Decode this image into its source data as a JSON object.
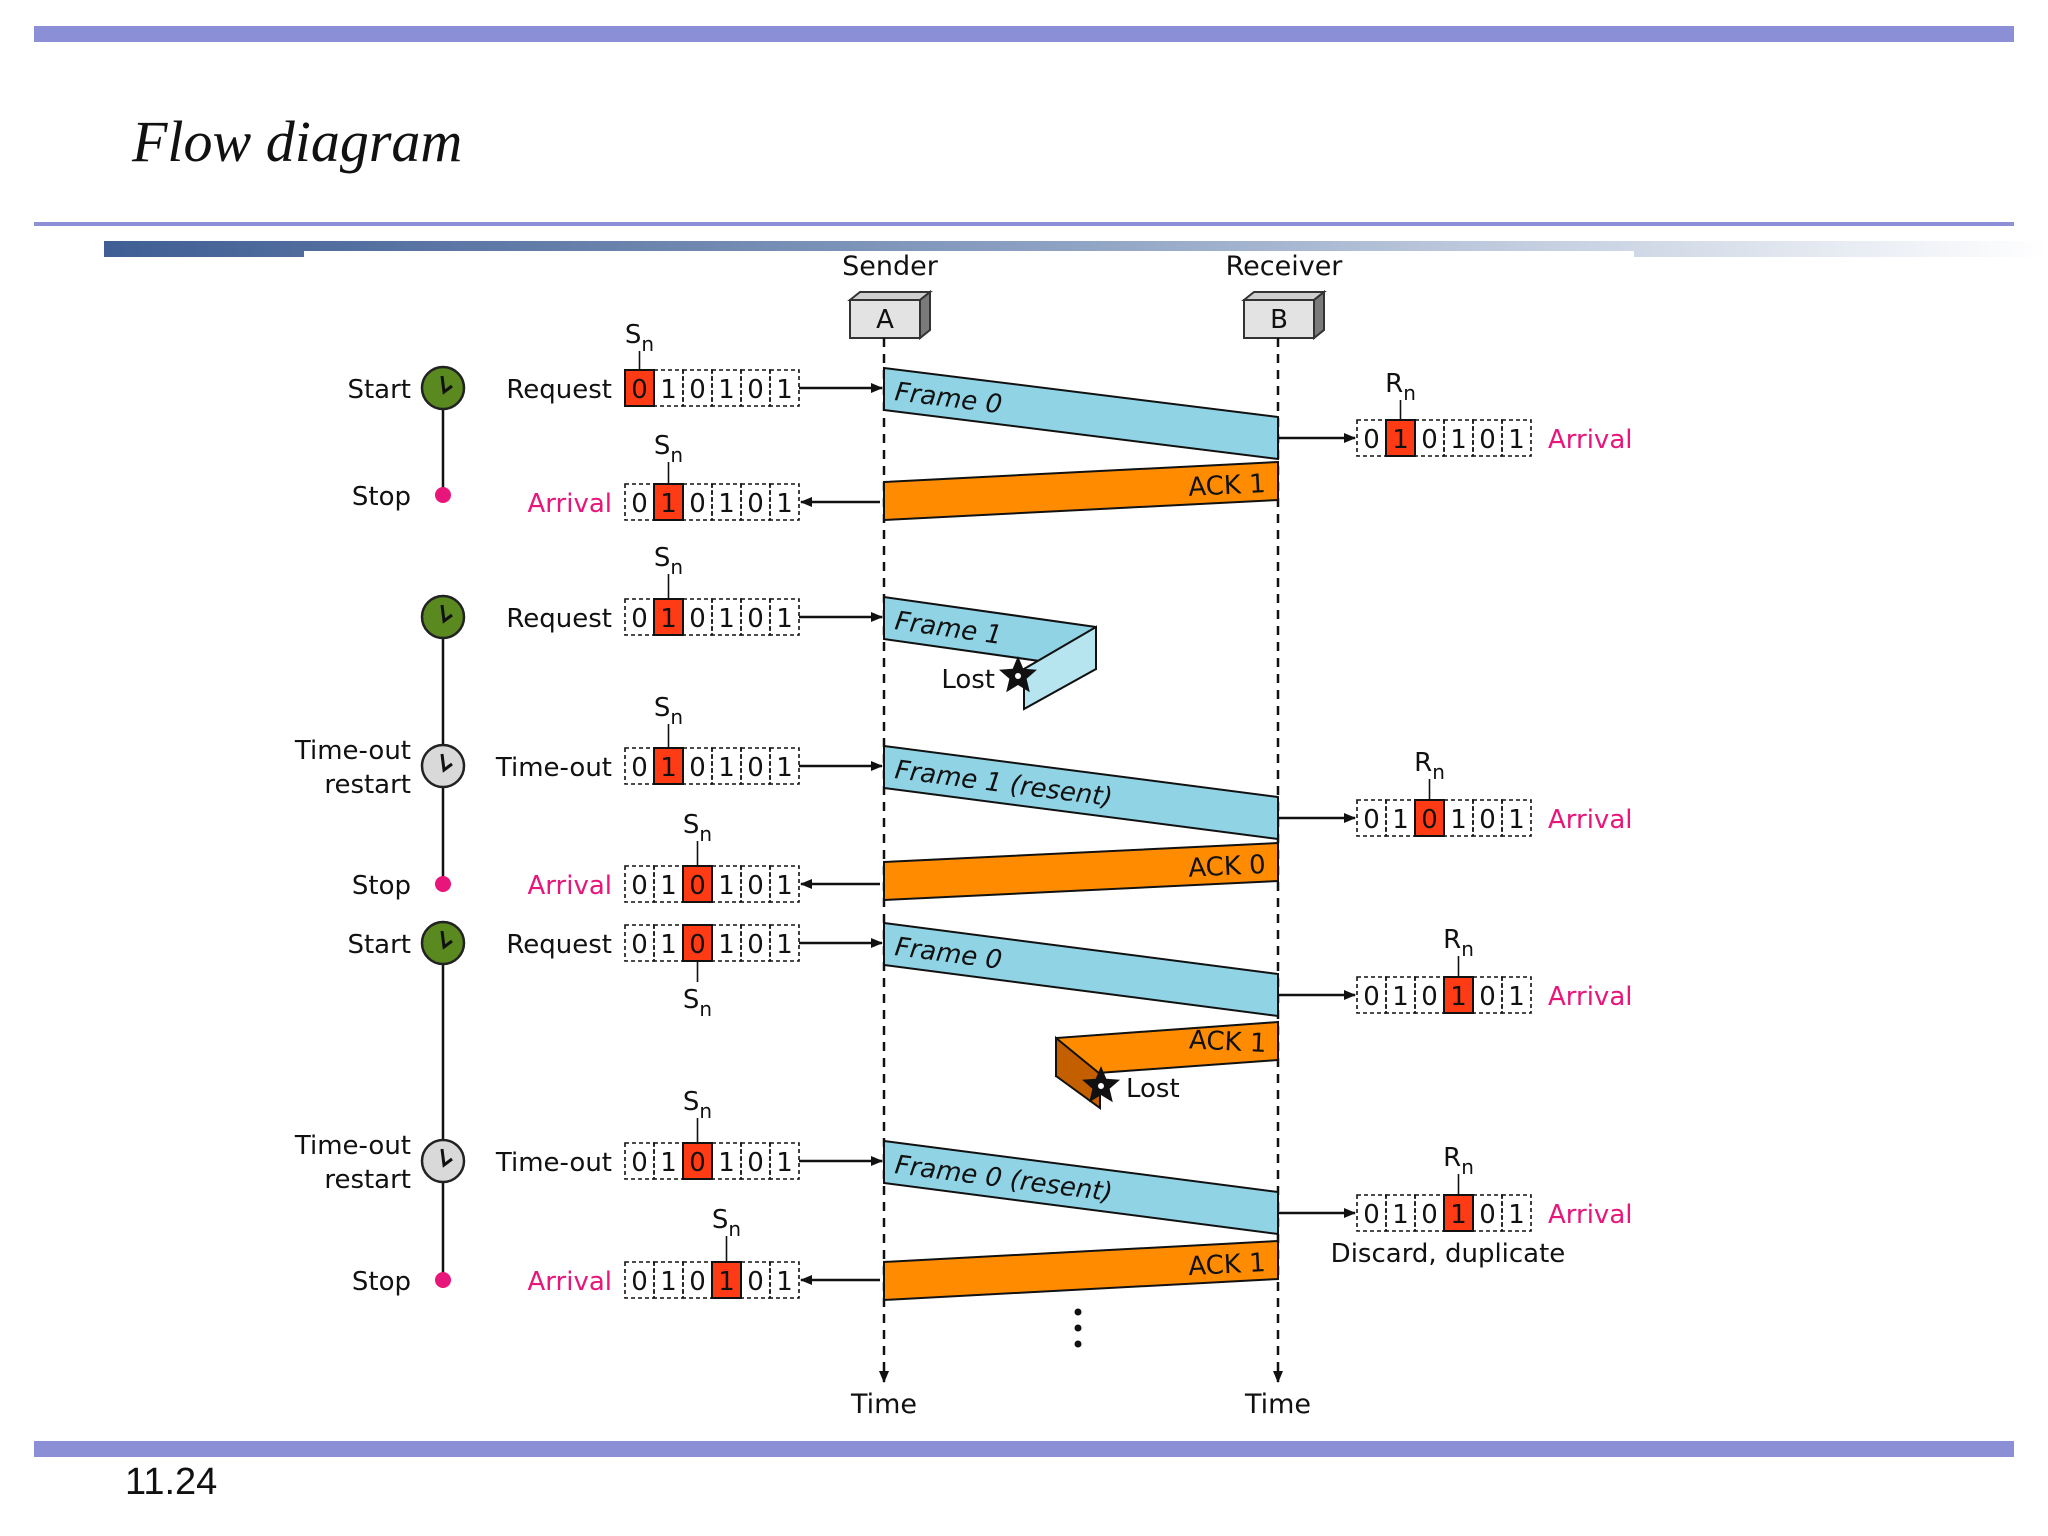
{
  "title": "Flow diagram",
  "slide_number": "11.24",
  "colors": {
    "bar": "#8b8fd6",
    "frame": "#8fd3e4",
    "ack": "#ff8c00",
    "highlight": "#ff3b16",
    "arrival": "#e8157a",
    "start_clock": "#5a8a1f",
    "timeout_clock": "#d9d9d9",
    "stop_dot": "#e8157a"
  },
  "stations": {
    "sender_label": "Sender",
    "sender_box": "A",
    "receiver_label": "Receiver",
    "receiver_box": "B",
    "time_label": "Time"
  },
  "window_bits": [
    "0",
    "1",
    "0",
    "1",
    "0",
    "1"
  ],
  "seq_labels": {
    "sn": "S",
    "rn": "R",
    "sub": "n"
  },
  "left_events": [
    {
      "event": "Start",
      "clock": "start"
    },
    {
      "event": "Stop",
      "clock": "stop"
    },
    {
      "event": "",
      "clock": "start"
    },
    {
      "event": "Time-out\nrestart",
      "clock": "timeout"
    },
    {
      "event": "Stop",
      "clock": "stop"
    },
    {
      "event": "Start",
      "clock": "start"
    },
    {
      "event": "Time-out\nrestart",
      "clock": "timeout"
    },
    {
      "event": "Stop",
      "clock": "stop"
    }
  ],
  "sender_windows": [
    {
      "action": "Request",
      "highlight": 0,
      "label": "Sn",
      "arrival": false
    },
    {
      "action": "Arrival",
      "highlight": 1,
      "label": "Sn",
      "arrival": true
    },
    {
      "action": "Request",
      "highlight": 1,
      "label": "Sn",
      "arrival": false
    },
    {
      "action": "Time-out",
      "highlight": 1,
      "label": "Sn",
      "arrival": false
    },
    {
      "action": "Arrival",
      "highlight": 2,
      "label": "Sn",
      "arrival": true
    },
    {
      "action": "Request",
      "highlight": 2,
      "label": "Sn",
      "arrival": false
    },
    {
      "action": "Time-out",
      "highlight": 2,
      "label": "Sn",
      "arrival": false
    },
    {
      "action": "Arrival",
      "highlight": 3,
      "label": "Sn",
      "arrival": true
    }
  ],
  "receiver_windows": [
    {
      "highlight": 1,
      "label": "Rn",
      "note": "Arrival"
    },
    {
      "highlight": 2,
      "label": "Rn",
      "note": "Arrival"
    },
    {
      "highlight": 3,
      "label": "Rn",
      "note": "Arrival"
    },
    {
      "highlight": 3,
      "label": "Rn",
      "note": "Arrival"
    }
  ],
  "messages": [
    {
      "label": "Frame 0",
      "kind": "frame",
      "lost": false
    },
    {
      "label": "ACK 1",
      "kind": "ack",
      "lost": false
    },
    {
      "label": "Frame 1",
      "kind": "frame",
      "lost": true
    },
    {
      "label": "Frame 1 (resent)",
      "kind": "frame",
      "lost": false
    },
    {
      "label": "ACK 0",
      "kind": "ack",
      "lost": false
    },
    {
      "label": "Frame 0",
      "kind": "frame",
      "lost": false
    },
    {
      "label": "ACK 1",
      "kind": "ack",
      "lost": true
    },
    {
      "label": "Frame 0 (resent)",
      "kind": "frame",
      "lost": false
    },
    {
      "label": "ACK 1",
      "kind": "ack",
      "lost": false
    }
  ],
  "lost_label": "Lost",
  "discard_label": "Discard, duplicate",
  "ellipsis": "⋮"
}
